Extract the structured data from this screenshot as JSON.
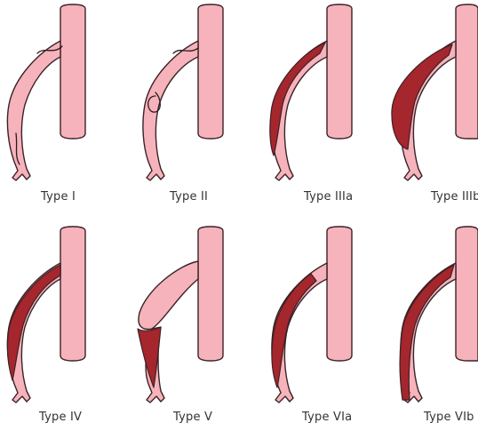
{
  "panels": [
    {
      "label": "Type I"
    },
    {
      "label": "Type II"
    },
    {
      "label": "Type IIIa"
    },
    {
      "label": "Type IIIb"
    },
    {
      "label": "Type IV"
    },
    {
      "label": "Type V"
    },
    {
      "label": "Type VIa"
    },
    {
      "label": "Type VIb"
    }
  ],
  "colors": {
    "lumen": "#f6b3bc",
    "thrombus": "#a5262c",
    "outline": "#3a2226"
  }
}
